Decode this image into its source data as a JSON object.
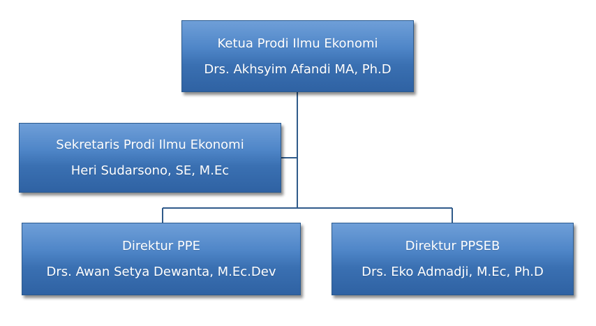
{
  "org_chart": {
    "ketua": {
      "title": "Ketua Prodi Ilmu Ekonomi",
      "name": "Drs. Akhsyim Afandi MA, Ph.D"
    },
    "sekretaris": {
      "title": "Sekretaris Prodi Ilmu Ekonomi",
      "name": "Heri Sudarsono, SE, M.Ec"
    },
    "direktur_ppe": {
      "title": "Direktur PPE",
      "name": "Drs. Awan Setya Dewanta, M.Ec.Dev"
    },
    "direktur_ppseb": {
      "title": "Direktur PPSEB",
      "name": "Drs. Eko Admadji, M.Ec, Ph.D"
    }
  },
  "colors": {
    "box_fill": "#4f86c8",
    "box_border": "#2b5a8e",
    "connector": "#2f5a8a",
    "text": "#ffffff"
  }
}
